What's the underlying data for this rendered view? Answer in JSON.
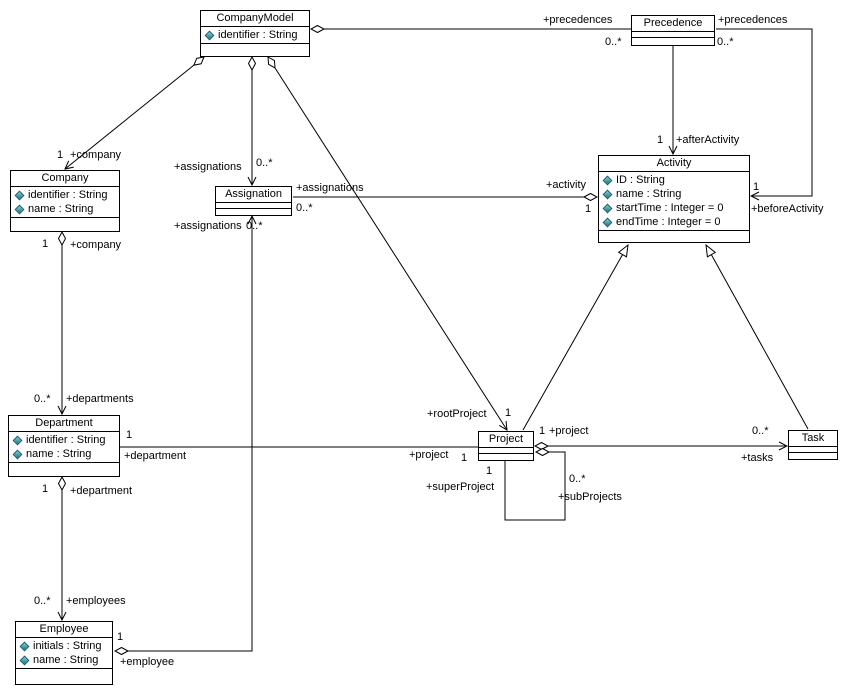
{
  "classes": {
    "company_model": {
      "name": "CompanyModel",
      "attributes": [
        "identifier : String"
      ]
    },
    "precedence": {
      "name": "Precedence",
      "attributes": []
    },
    "company": {
      "name": "Company",
      "attributes": [
        "identifier : String",
        "name : String"
      ]
    },
    "assignation": {
      "name": "Assignation",
      "attributes": []
    },
    "activity": {
      "name": "Activity",
      "attributes": [
        "ID : String",
        "name : String",
        "startTime : Integer = 0",
        "endTime : Integer = 0"
      ]
    },
    "department": {
      "name": "Department",
      "attributes": [
        "identifier : String",
        "name : String"
      ]
    },
    "project": {
      "name": "Project",
      "attributes": []
    },
    "task": {
      "name": "Task",
      "attributes": []
    },
    "employee": {
      "name": "Employee",
      "attributes": [
        "initials : String",
        "name : String"
      ]
    }
  },
  "labels": [
    "+precedences",
    "0..*",
    "+precedences",
    "0..*",
    "1",
    "+afterActivity",
    "1",
    "+beforeActivity",
    "1",
    "+company",
    "+assignations",
    "0..*",
    "+assignations",
    "0..*",
    "1",
    "+employee",
    "+assignations",
    "0..*",
    "+activity",
    "1",
    "1",
    "+company",
    "0..*",
    "+departments",
    "1",
    "+department",
    "0..*",
    "+employees",
    "1",
    "+department",
    "+project",
    "1",
    "1",
    "+project",
    "0..*",
    "+tasks",
    "+rootProject",
    "1",
    "+superProject",
    "1",
    "0..*",
    "+subProjects"
  ],
  "colors": {
    "line": "#000000",
    "background": "#ffffff",
    "class_fill": "#ffffff",
    "attribute_icon": "#1d6f8e"
  }
}
